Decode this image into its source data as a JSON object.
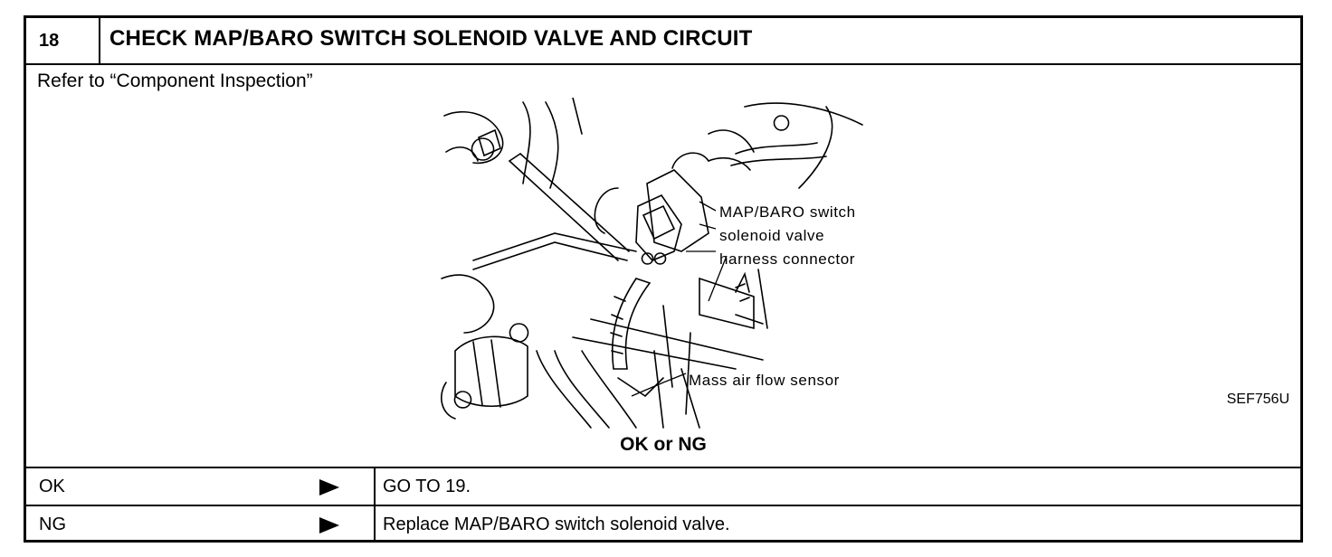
{
  "header": {
    "step": "18",
    "title": "CHECK MAP/BARO SWITCH SOLENOID VALVE AND CIRCUIT"
  },
  "instruction": "Refer to “Component Inspection”",
  "figure": {
    "callouts": {
      "solenoid_line1": "MAP/BARO switch",
      "solenoid_line2": "solenoid valve",
      "solenoid_line3": "harness connector",
      "maf": "Mass air flow sensor"
    },
    "code": "SEF756U"
  },
  "question": "OK or NG",
  "results": [
    {
      "label": "OK",
      "action": "GO TO 19."
    },
    {
      "label": "NG",
      "action": "Replace MAP/BARO switch solenoid valve."
    }
  ]
}
